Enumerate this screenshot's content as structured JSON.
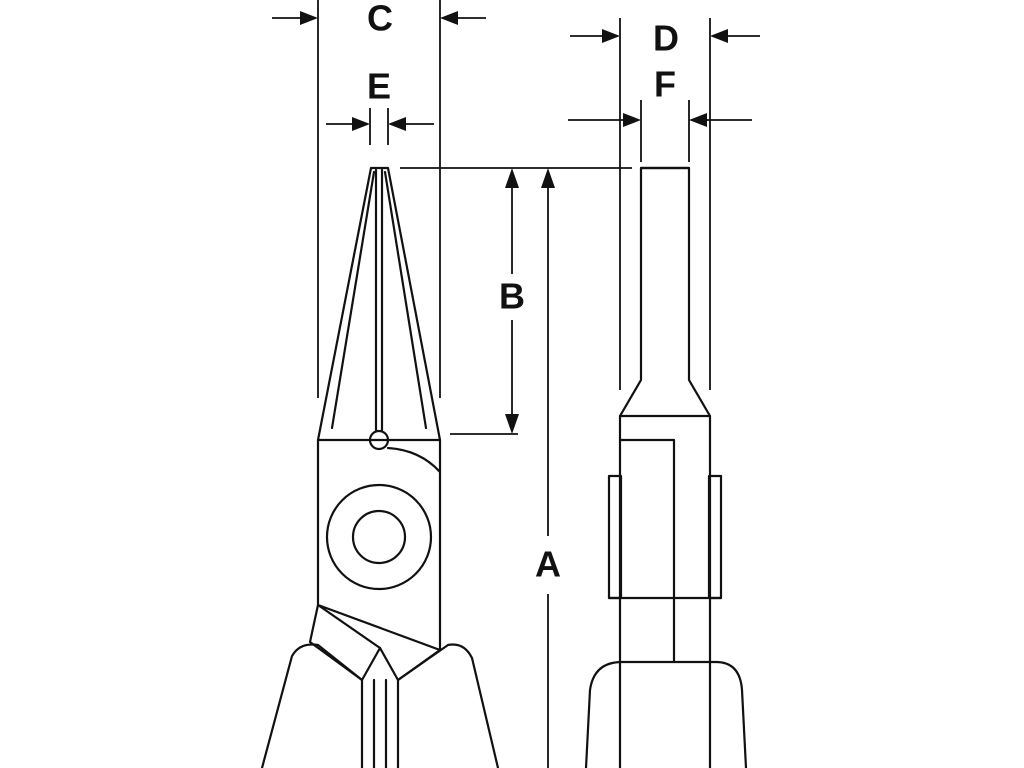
{
  "diagram": {
    "labels": {
      "c": "C",
      "d": "D",
      "e": "E",
      "f": "F",
      "b": "B",
      "a": "A"
    },
    "colors": {
      "line": "#111111",
      "background": "#ffffff"
    }
  }
}
